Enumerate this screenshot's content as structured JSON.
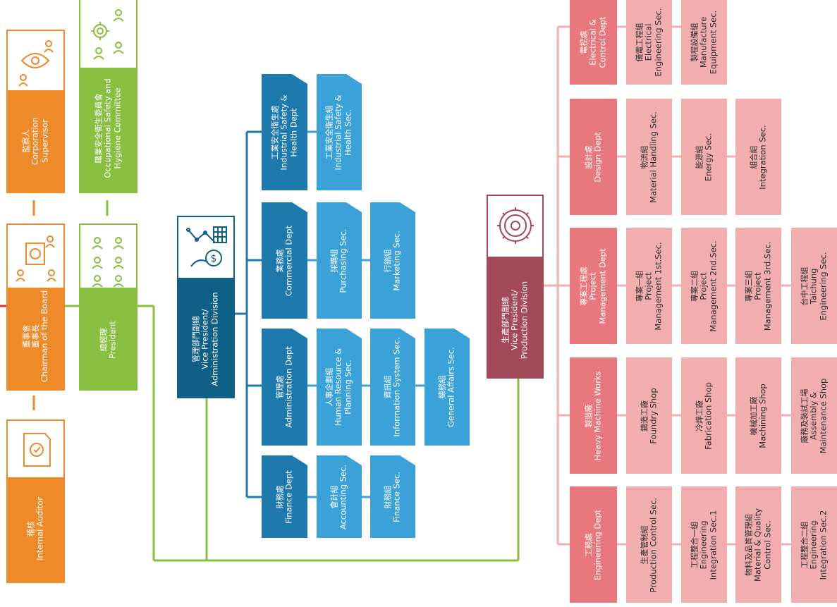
{
  "colors": {
    "orange": "#ee8a2a",
    "green": "#88bf41",
    "navy": "#0f5f86",
    "mid_blue": "#1e79ad",
    "light_blue": "#3aa2d8",
    "maroon": "#a4495a",
    "salmon": "#e8787e",
    "pink": "#f2aeaf",
    "red": "#d9322f"
  },
  "icons": {
    "internal_auditor": "audit-document-icon",
    "chairman": "board-meeting-icon",
    "supervisor": "supervision-eye-icon",
    "president": "people-group-icon",
    "safety_committee": "gear-people-icon",
    "admin_vp": "finance-chart-icon",
    "production_vp": "gear-production-icon"
  },
  "governance": {
    "internal_auditor": {
      "zh": "稽核",
      "en": "Internal Auditor"
    },
    "chairman": {
      "zh1": "董事會",
      "zh2": "董事長",
      "en": "Chairman of the Board"
    },
    "supervisor": {
      "zh": "監察人",
      "en1": "Corporation",
      "en2": "Supervisor"
    },
    "president": {
      "zh": "總經理",
      "en": "President"
    },
    "safety_committee": {
      "zh": "職業安全衛生委員會",
      "en1": "Occupational Safety and",
      "en2": "Hygiene Committee"
    }
  },
  "admin": {
    "vp": {
      "zh": "管理部門副總",
      "en1": "Vice President/",
      "en2": "Administration Division"
    },
    "industrial_safety": {
      "zh": "工業安全衛生處",
      "en1": "Industrial Safety &",
      "en2": "Health Dept"
    },
    "industrial_safety_sec": {
      "zh": "工業安全衛生組",
      "en1": "Industrial Safety &",
      "en2": "Health Sec."
    },
    "commercial": {
      "zh": "業務處",
      "en": "Commercial Dept"
    },
    "purchasing": {
      "zh": "採購組",
      "en": "Purchasing Sec."
    },
    "marketing": {
      "zh": "行銷組",
      "en": "Marketing Sec."
    },
    "administration": {
      "zh": "管理處",
      "en": "Administration Dept"
    },
    "hr": {
      "zh": "人事企劃組",
      "en1": "Human Resource &",
      "en2": "Planning Sec."
    },
    "info": {
      "zh": "資訊組",
      "en": "Information System Sec."
    },
    "general": {
      "zh": "總務組",
      "en": "General Affairs Sec."
    },
    "finance": {
      "zh": "財務處",
      "en": "Finance Dept"
    },
    "accounting": {
      "zh": "會計組",
      "en": "Accounting Sec."
    },
    "finance_sec": {
      "zh": "財務組",
      "en": "Finance Sec."
    }
  },
  "production": {
    "vp": {
      "zh": "生產部門副總",
      "en1": "Vice President/",
      "en2": "Production Division"
    },
    "electrical": {
      "zh": "電控處",
      "en1": "Electrical &",
      "en2": "Control Dept"
    },
    "elec_eng": {
      "zh": "儀電工程組",
      "en1": "Electrical",
      "en2": "Engineering Sec."
    },
    "mfg_equip": {
      "zh": "製程設備組",
      "en1": "Manufacture",
      "en2": "Equipment Sec."
    },
    "design": {
      "zh": "設計處",
      "en": "Design Dept"
    },
    "material_handling": {
      "zh": "物流組",
      "en": "Material Handling Sec."
    },
    "energy": {
      "zh": "能源組",
      "en": "Energy Sec."
    },
    "integration": {
      "zh": "組合組",
      "en": "Integration Sec."
    },
    "project": {
      "zh": "專案工程處",
      "en1": "Project",
      "en2": "Management Dept"
    },
    "pm1": {
      "zh": "專案一組",
      "en1": "Project",
      "en2": "Management 1st.Sec."
    },
    "pm2": {
      "zh": "專案二組",
      "en1": "Project",
      "en2": "Management 2nd.Sec."
    },
    "pm3": {
      "zh": "專案三組",
      "en1": "Project",
      "en2": "Management 3rd.Sec."
    },
    "taichung": {
      "zh": "台中工程組",
      "en1": "Taichung",
      "en2": "Engineering Sec."
    },
    "heavy": {
      "zh": "製造廠",
      "en": "Heavy Machine Works"
    },
    "foundry": {
      "zh": "鑄造工廠",
      "en": "Foundry Shop"
    },
    "fabrication": {
      "zh": "冷焊工廠",
      "en": "Fabrication Shop"
    },
    "machining": {
      "zh": "機械加工廠",
      "en": "Machining Shop"
    },
    "assembly": {
      "zh": "廠務及裝試工場",
      "en1": "Assembly &",
      "en2": "Maintenance Shop"
    },
    "engineering": {
      "zh": "工務處",
      "en": "Engineering Dept"
    },
    "production_control": {
      "zh": "生產管制組",
      "en": "Production Control Sec."
    },
    "eis1": {
      "zh": "工程整合一組",
      "en1": "Engineering",
      "en2": "Integration Sec.1"
    },
    "mqc": {
      "zh": "物料及品質管理組",
      "en1": "Material & Quality",
      "en2": "Control Sec."
    },
    "eis2": {
      "zh": "工程整合二組",
      "en1": "Engineering",
      "en2": "Integration Sec.2"
    }
  }
}
